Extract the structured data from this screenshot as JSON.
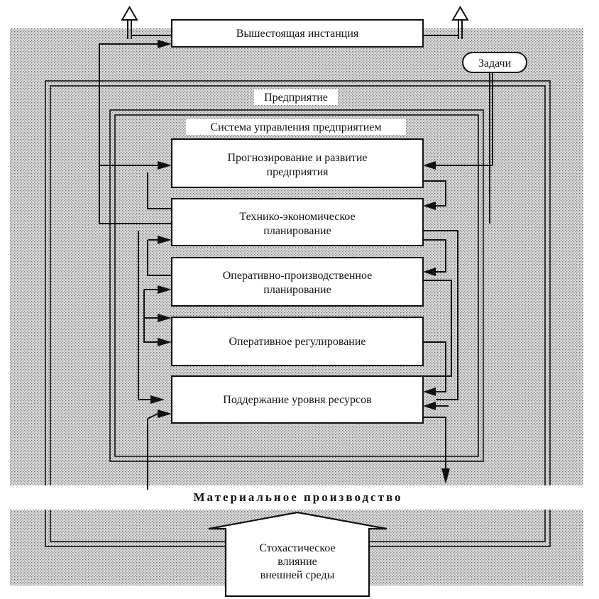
{
  "diagram": {
    "top_box": "Вышестоящая инстанция",
    "tasks_pill": "Задачи",
    "enterprise_label": "Предприятие",
    "control_system_label": "Система управления предприятием",
    "levels": [
      {
        "line1": "Прогнозирование  и развитие",
        "line2": "предприятия"
      },
      {
        "line1": "Технико-экономическое",
        "line2": "планирование"
      },
      {
        "line1": "Оперативно-производственное",
        "line2": "планирование"
      },
      {
        "line1": "Оперативное регулирование",
        "line2": ""
      },
      {
        "line1": "Поддержание уровня ресурсов",
        "line2": ""
      }
    ],
    "production_label": "Материальное производство",
    "environment": {
      "line1": "Стохастическое",
      "line2": "влияние",
      "line3": "внешней среды"
    }
  },
  "colors": {
    "ink": "#111111",
    "paper": "#ffffff",
    "halftone_dot": "#7a7a7a",
    "halftone_bg": "#d9d9d9"
  }
}
